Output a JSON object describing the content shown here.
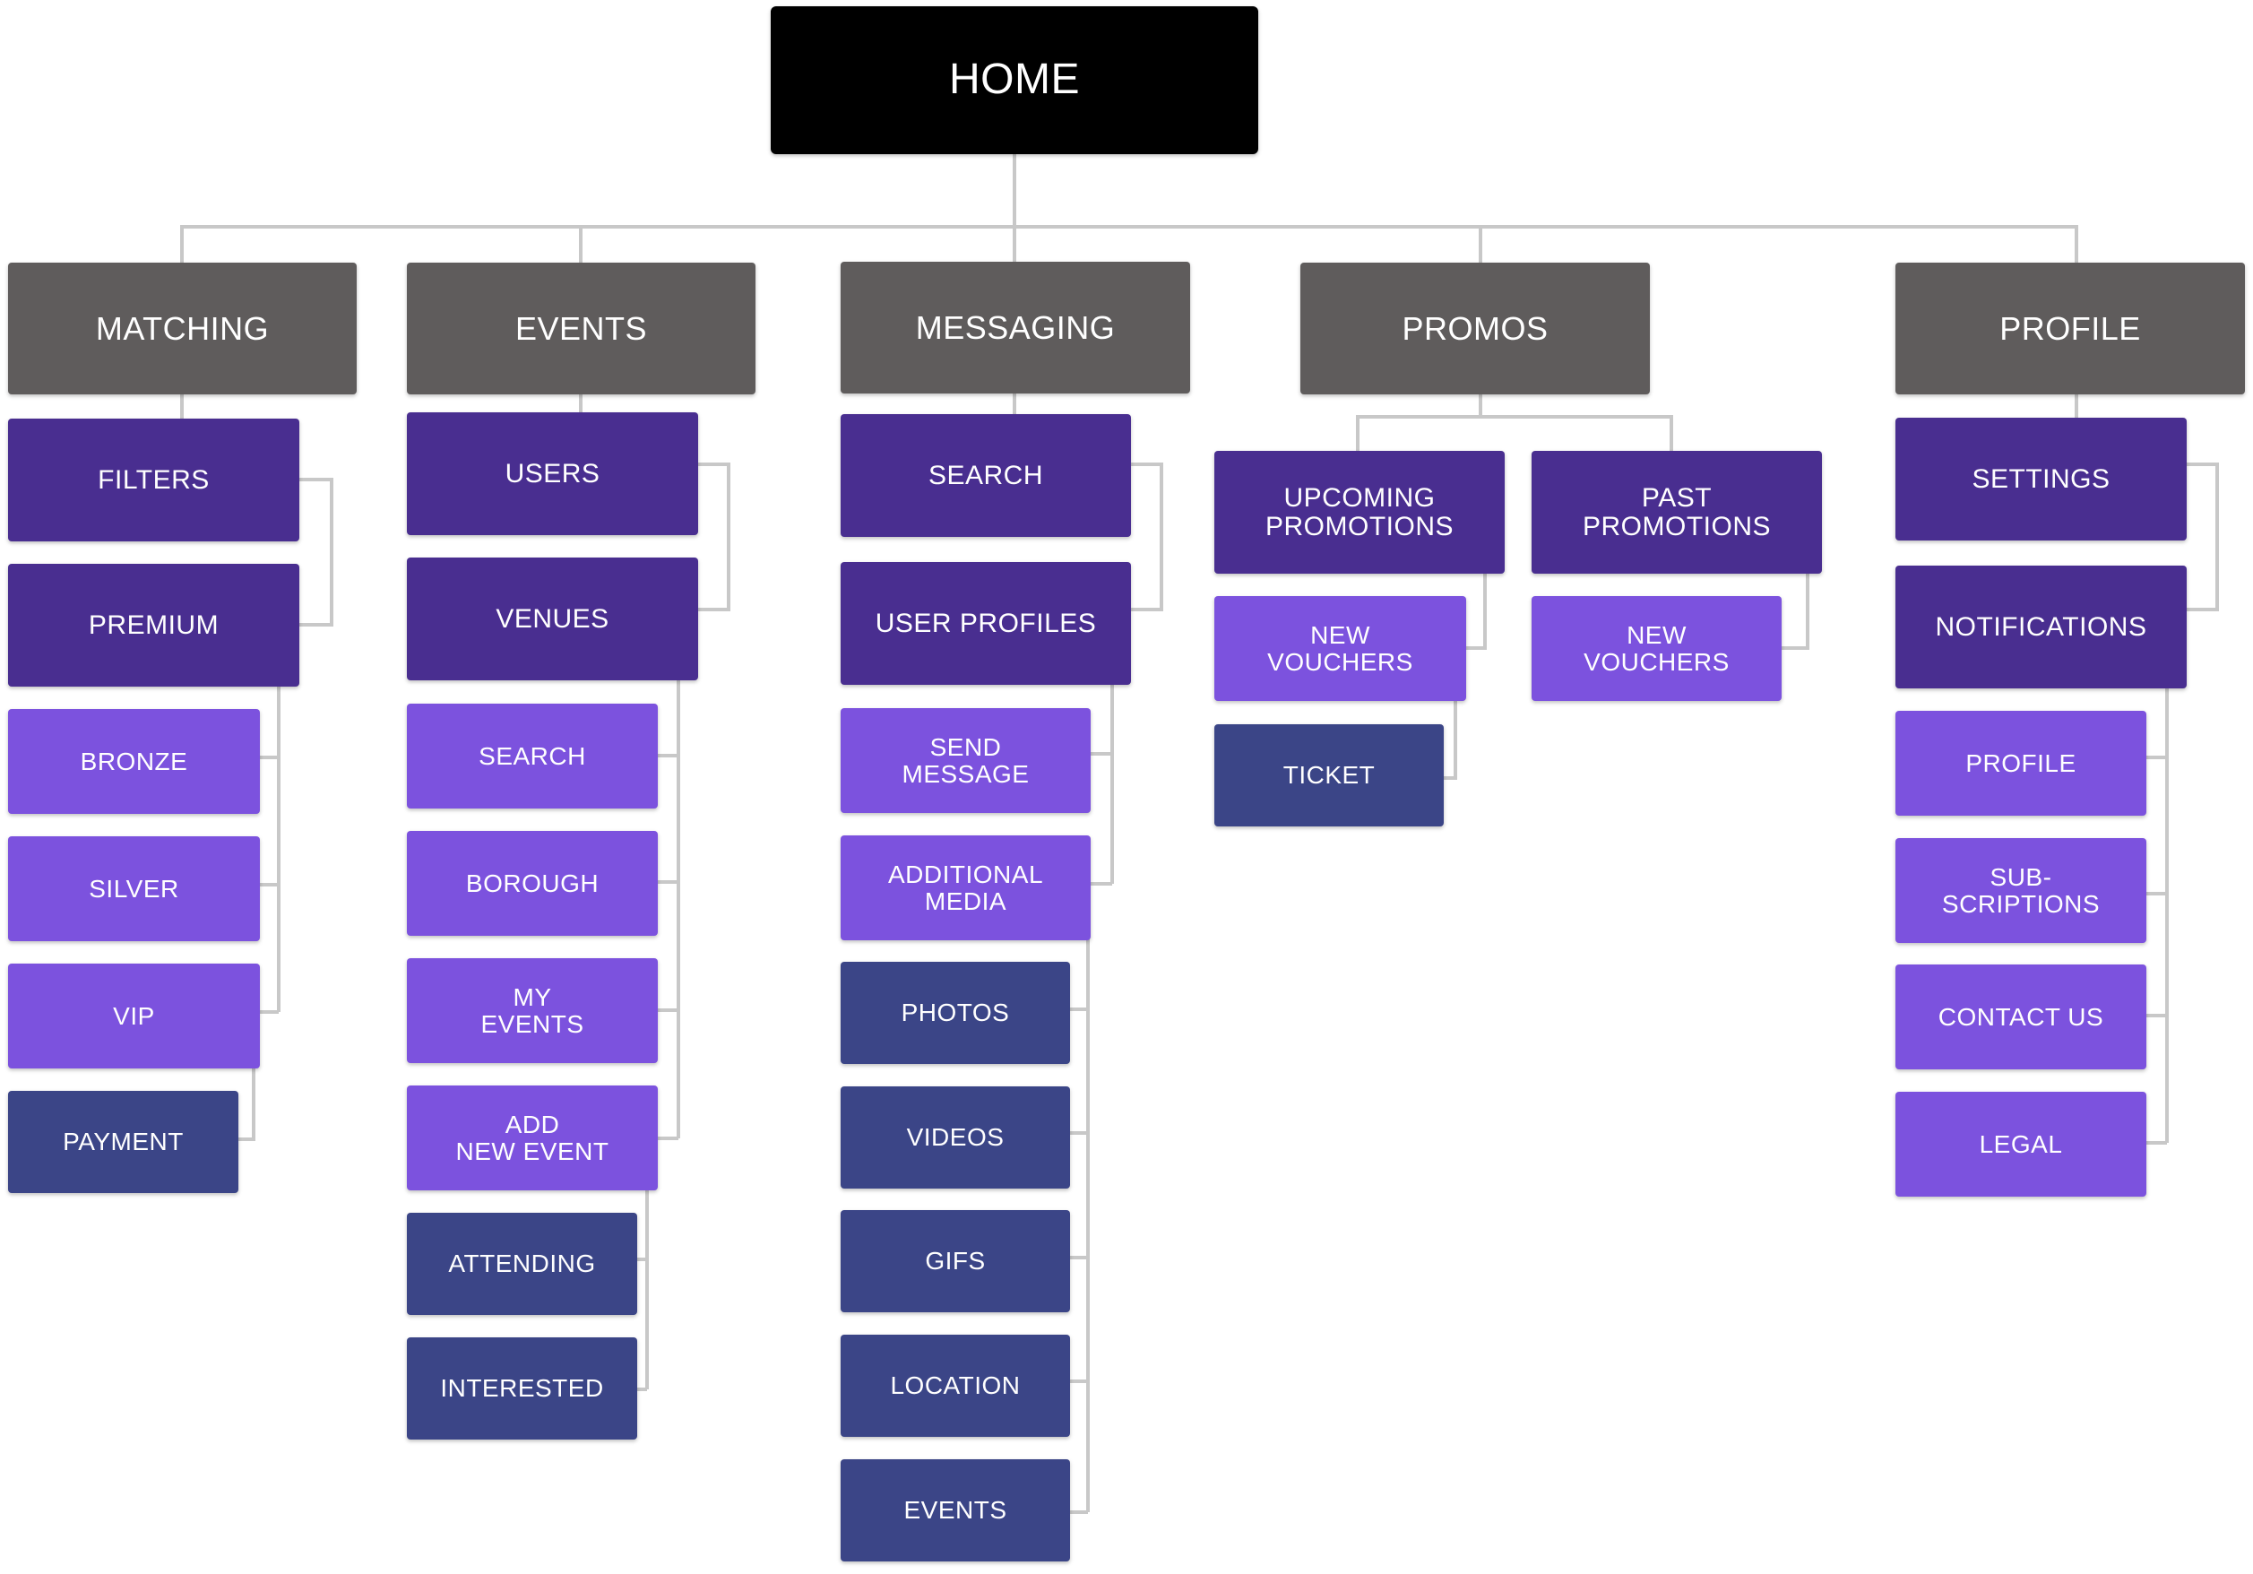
{
  "home": "HOME",
  "categories": {
    "matching": {
      "label": "MATCHING",
      "items": [
        "FILTERS",
        "PREMIUM",
        "BRONZE",
        "SILVER",
        "VIP",
        "PAYMENT"
      ]
    },
    "events": {
      "label": "EVENTS",
      "items": [
        "USERS",
        "VENUES",
        "SEARCH",
        "BOROUGH",
        "MY\nEVENTS",
        "ADD\nNEW EVENT",
        "ATTENDING",
        "INTERESTED"
      ]
    },
    "messaging": {
      "label": "MESSAGING",
      "items": [
        "SEARCH",
        "USER PROFILES",
        "SEND\nMESSAGE",
        "ADDITIONAL\nMEDIA",
        "PHOTOS",
        "VIDEOS",
        "GIFS",
        "LOCATION",
        "EVENTS"
      ]
    },
    "promos": {
      "label": "PROMOS",
      "upcoming": {
        "label": "UPCOMING\nPROMOTIONS",
        "items": [
          "NEW\nVOUCHERS",
          "TICKET"
        ]
      },
      "past": {
        "label": "PAST\nPROMOTIONS",
        "items": [
          "NEW\nVOUCHERS"
        ]
      }
    },
    "profile": {
      "label": "PROFILE",
      "items": [
        "SETTINGS",
        "NOTIFICATIONS",
        "PROFILE",
        "SUB-\nSCRIPTIONS",
        "CONTACT US",
        "LEGAL"
      ]
    }
  }
}
